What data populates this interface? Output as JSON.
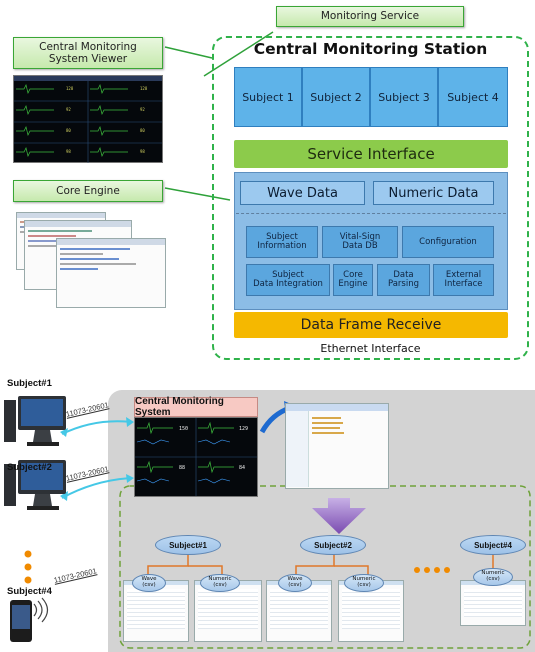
{
  "top": {
    "monitoring_service": "Monitoring Service",
    "central_viewer": "Central Monitoring\nSystem Viewer",
    "core_engine": "Core Engine",
    "station_title": "Central Monitoring Station",
    "subjects": [
      "Subject 1",
      "Subject 2",
      "Subject 3",
      "Subject 4"
    ],
    "service_interface": "Service Interface",
    "wave_data": "Wave Data",
    "numeric_data": "Numeric Data",
    "subject_information": "Subject\nInformation",
    "vital_sign_db": "Vital-Sign\nData DB",
    "configuration": "Configuration",
    "subject_data_integration": "Subject\nData Integration",
    "core_engine_cell": "Core\nEngine",
    "data_parsing": "Data\nParsing",
    "external_interface": "External\nInterface",
    "data_frame_receive": "Data Frame Receive",
    "ethernet_interface": "Ethernet Interface"
  },
  "bottom": {
    "subject1": "Subject#1",
    "subject2": "Subject#2",
    "subject4": "Subject#4",
    "protocol": "11073-20601",
    "cms_title": "Central Monitoring System",
    "cylinders": [
      "Subject#1",
      "Subject#2",
      "Subject#4"
    ],
    "wave_csv": "Wave\n(csv)",
    "numeric_csv": "Numeric\n(csv)"
  },
  "colors": {
    "label_border": "#3aa635",
    "station_border": "#2fb24a",
    "subject_cell": "#5eb3e9",
    "service_interface": "#8ccb4b",
    "engine_bg": "#8cbde6",
    "data_frame_receive": "#f5b800",
    "gray_panel": "#d3d3d3",
    "arrow_purple": "#7a4bb0",
    "link_cyan": "#45c8e6"
  }
}
